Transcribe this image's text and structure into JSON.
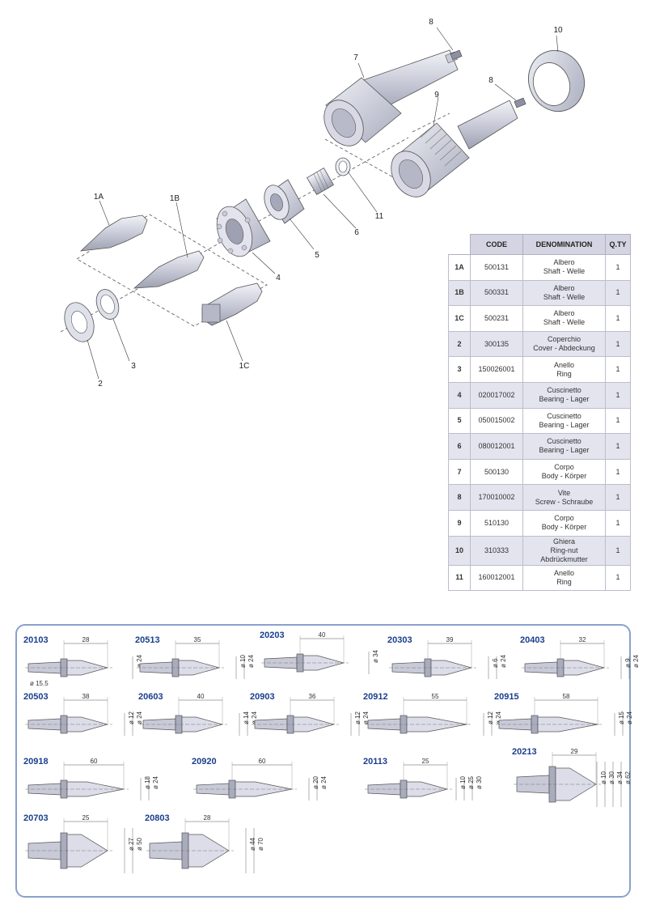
{
  "diagram": {
    "callouts": [
      "8",
      "10",
      "7",
      "8",
      "9",
      "1A",
      "1B",
      "5",
      "6",
      "11",
      "4",
      "1C",
      "3",
      "2"
    ]
  },
  "table": {
    "headers": [
      "CODE",
      "DENOMINATION",
      "Q.TY"
    ],
    "rows": [
      {
        "pos": "1A",
        "code": "500131",
        "den": [
          "Albero",
          "Shaft - Welle"
        ],
        "qty": "1"
      },
      {
        "pos": "1B",
        "code": "500331",
        "den": [
          "Albero",
          "Shaft - Welle"
        ],
        "qty": "1"
      },
      {
        "pos": "1C",
        "code": "500231",
        "den": [
          "Albero",
          "Shaft - Welle"
        ],
        "qty": "1"
      },
      {
        "pos": "2",
        "code": "300135",
        "den": [
          "Coperchio",
          "Cover - Abdeckung"
        ],
        "qty": "1"
      },
      {
        "pos": "3",
        "code": "150026001",
        "den": [
          "Anello",
          "Ring"
        ],
        "qty": "1"
      },
      {
        "pos": "4",
        "code": "020017002",
        "den": [
          "Cuscinetto",
          "Bearing - Lager"
        ],
        "qty": "1"
      },
      {
        "pos": "5",
        "code": "050015002",
        "den": [
          "Cuscinetto",
          "Bearing - Lager"
        ],
        "qty": "1"
      },
      {
        "pos": "6",
        "code": "080012001",
        "den": [
          "Cuscinetto",
          "Bearing - Lager"
        ],
        "qty": "1"
      },
      {
        "pos": "7",
        "code": "500130",
        "den": [
          "Corpo",
          "Body - Körper"
        ],
        "qty": "1"
      },
      {
        "pos": "8",
        "code": "170010002",
        "den": [
          "Vite",
          "Screw - Schraube"
        ],
        "qty": "1"
      },
      {
        "pos": "9",
        "code": "510130",
        "den": [
          "Corpo",
          "Body - Körper"
        ],
        "qty": "1"
      },
      {
        "pos": "10",
        "code": "310333",
        "den": [
          "Ghiera",
          "Ring-nut",
          "Abdrückmutter"
        ],
        "qty": "1"
      },
      {
        "pos": "11",
        "code": "160012001",
        "den": [
          "Anello",
          "Ring"
        ],
        "qty": "1"
      }
    ]
  },
  "tips": [
    {
      "code": "20103",
      "len": "28",
      "d1": "ø 24",
      "extra": "ø 15.5"
    },
    {
      "code": "20513",
      "len": "35",
      "d1": "ø 24",
      "d2": "ø 10"
    },
    {
      "code": "20203",
      "len": "40",
      "d1": "ø 34"
    },
    {
      "code": "20303",
      "len": "39",
      "d1": "ø 24",
      "d2": "ø 6"
    },
    {
      "code": "20403",
      "len": "32",
      "d1": "ø 24",
      "d2": "ø 9"
    },
    {
      "code": "20503",
      "len": "38",
      "d1": "ø 24",
      "d2": "ø 12"
    },
    {
      "code": "20603",
      "len": "40",
      "d1": "ø 24",
      "d2": "ø 14"
    },
    {
      "code": "20903",
      "len": "36",
      "d1": "ø 24",
      "d2": "ø 12"
    },
    {
      "code": "20912",
      "len": "55",
      "d1": "ø 24",
      "d2": "ø 12"
    },
    {
      "code": "20915",
      "len": "58",
      "d1": "ø 24",
      "d2": "ø 15"
    },
    {
      "code": "20918",
      "len": "60",
      "d1": "ø 24",
      "d2": "ø 18"
    },
    {
      "code": "20920",
      "len": "60",
      "d1": "ø 24",
      "d2": "ø 20"
    },
    {
      "code": "20113",
      "len": "25",
      "d1": "ø 30",
      "d2": "ø 25",
      "d3": "ø 10"
    },
    {
      "code": "20213",
      "len": "29",
      "d1": "ø 62",
      "d2": "ø 34",
      "d3": "ø 30",
      "d4": "ø 10"
    },
    {
      "code": "20703",
      "len": "25",
      "d1": "ø 50",
      "d2": "ø 27"
    },
    {
      "code": "20803",
      "len": "28",
      "d1": "ø 70",
      "d2": "ø 44"
    }
  ]
}
